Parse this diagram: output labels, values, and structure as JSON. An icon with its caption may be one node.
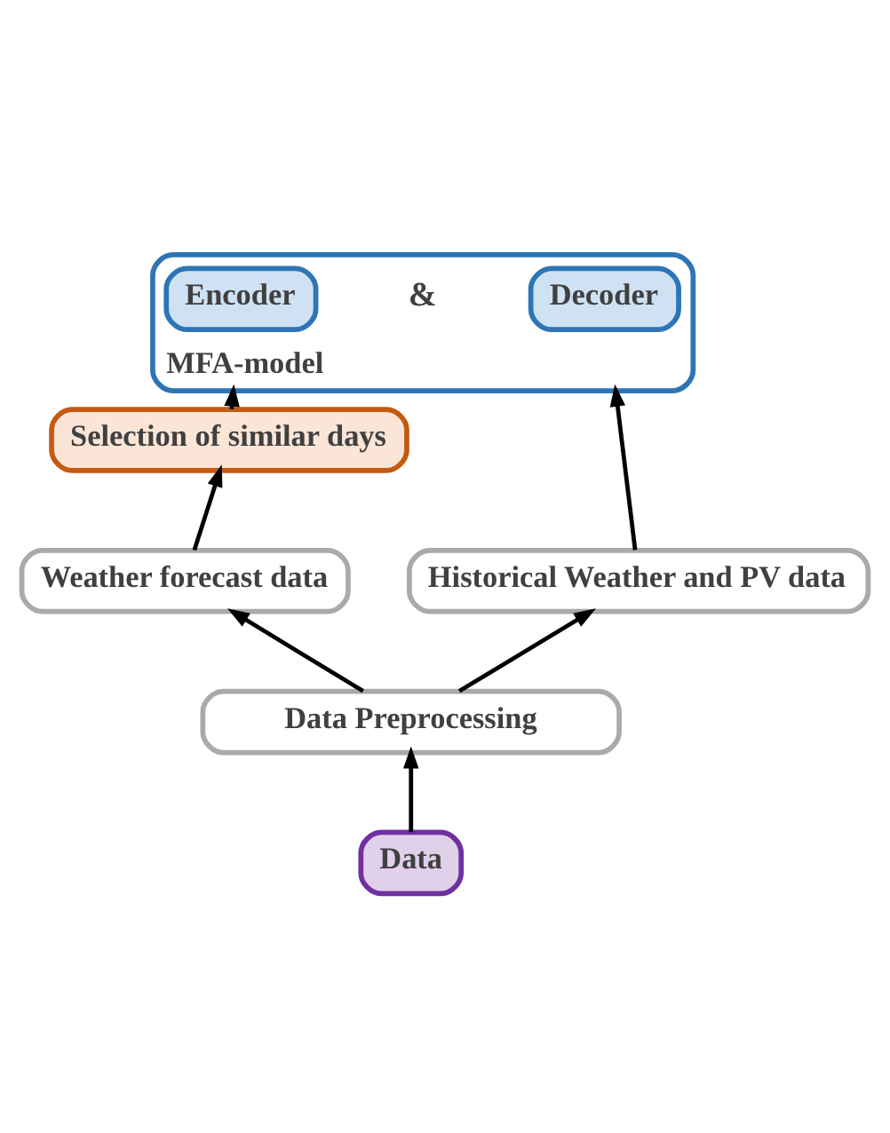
{
  "diagram": {
    "nodes": [
      {
        "text": [
          "MFA-model"
        ]
      },
      {
        "text": [
          "Encoder"
        ],
        "in": 0
      },
      {
        "text": [
          "Decoder"
        ],
        "in": 0
      },
      {
        "text": [
          "Selection of similar days"
        ]
      },
      {
        "text": [
          "Weather forecast data"
        ]
      },
      {
        "text": [
          "Historical Weather and PV data"
        ]
      },
      {
        "text": [
          "Data Preprocessing"
        ]
      },
      {
        "text": [
          "Data"
        ]
      }
    ],
    "edges": [
      {
        "from": 7,
        "to": 6,
        "arrow": "to"
      },
      {
        "from": 6,
        "to": 4,
        "arrow": "to"
      },
      {
        "from": 6,
        "to": 5,
        "arrow": "to"
      },
      {
        "from": 4,
        "to": 3,
        "arrow": "to"
      },
      {
        "from": 3,
        "to": 0,
        "arrow": "to"
      },
      {
        "from": 5,
        "to": 0,
        "arrow": "to"
      }
    ],
    "labels": [
      "&"
    ]
  }
}
